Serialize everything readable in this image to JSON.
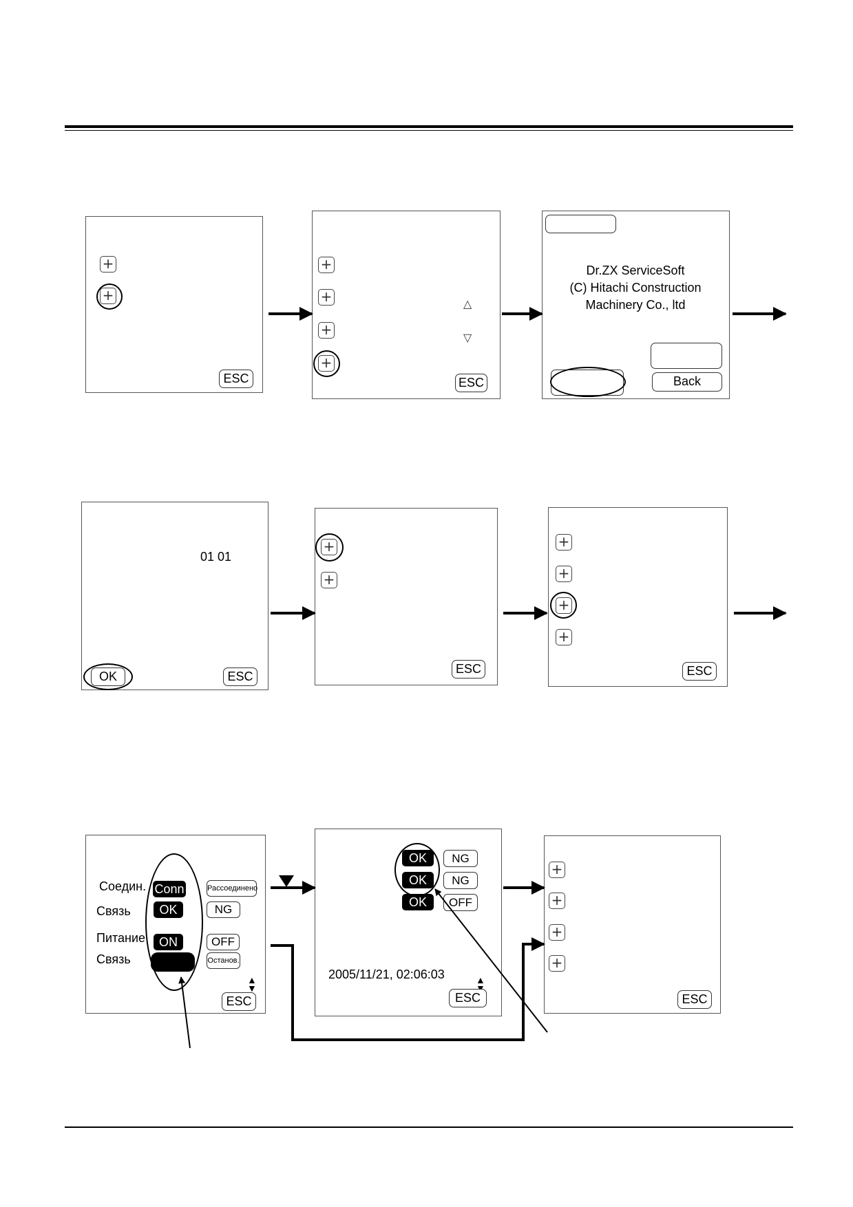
{
  "esc_label": "ESC",
  "row1": {
    "screen3": {
      "about_lines": [
        "Dr.ZX ServiceSoft",
        "(C) Hitachi Construction",
        "Machinery Co., ltd"
      ],
      "back_label": "Back"
    }
  },
  "row2": {
    "screen1": {
      "value_text": "01 01",
      "ok_label": "OK"
    }
  },
  "row3": {
    "screen1": {
      "labels": [
        "Соедин.",
        "Связь",
        "Питание",
        "Связь"
      ],
      "left_states": [
        "Conn",
        "OK",
        "ON"
      ],
      "right_states": [
        "Рассоединено",
        "NG",
        "OFF",
        "Останов."
      ]
    },
    "screen2": {
      "left_states": [
        "OK",
        "OK",
        "OK"
      ],
      "right_states": [
        "NG",
        "NG",
        "OFF"
      ],
      "timestamp": "2005/11/21, 02:06:03"
    }
  }
}
